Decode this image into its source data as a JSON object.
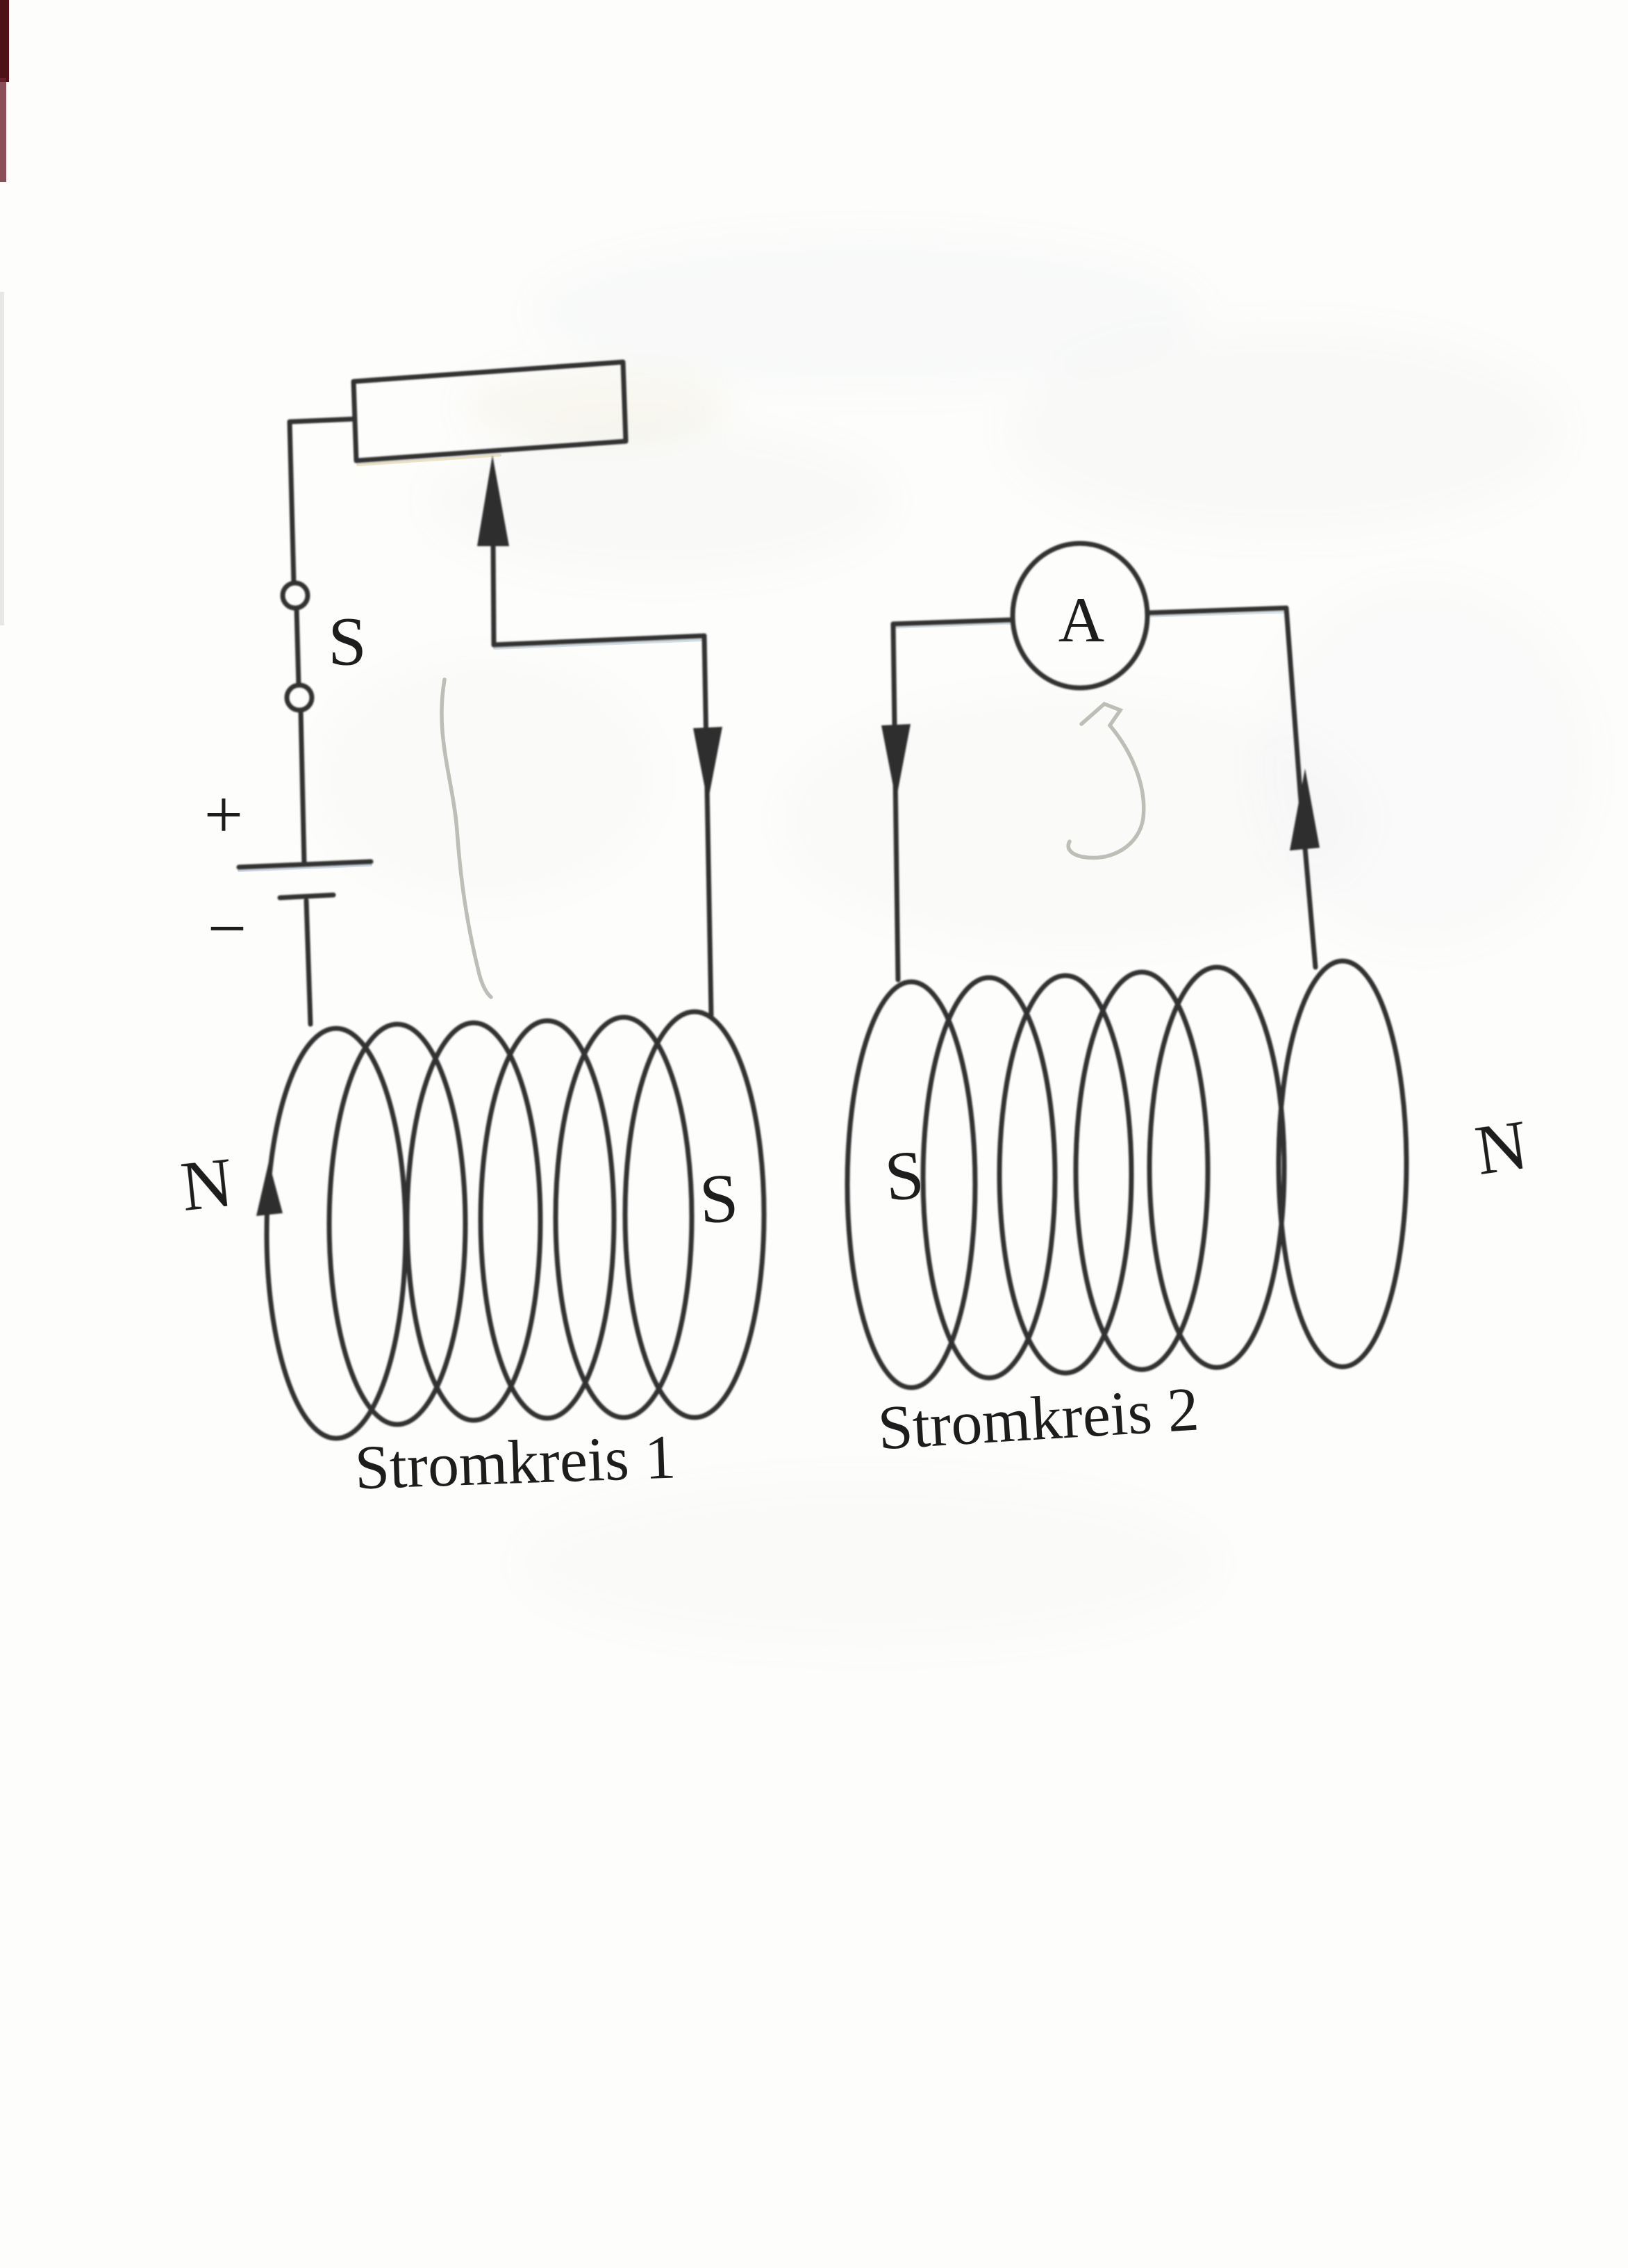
{
  "document": {
    "kind": "scanned physics textbook circuit diagram",
    "language": "German"
  },
  "colors": {
    "paper": "#fdfdfc",
    "ink": "#303030",
    "pencil_annotation": "#b3b3ab",
    "binding_edge_strip": "#4e1116"
  },
  "circuit1": {
    "caption": "Stromkreis 1",
    "switch_label": "S",
    "battery_plus_label": "+",
    "battery_minus_label": "−",
    "coil_left_pole_label": "N",
    "coil_right_pole_label": "S"
  },
  "circuit2": {
    "caption": "Stromkreis 2",
    "ammeter_label": "A",
    "coil_left_pole_label": "S",
    "coil_right_pole_label": "N"
  },
  "icons": {
    "current-arrow-up": "▲",
    "current-arrow-down": "▼",
    "rheostat-wiper-arrow": "▲"
  }
}
